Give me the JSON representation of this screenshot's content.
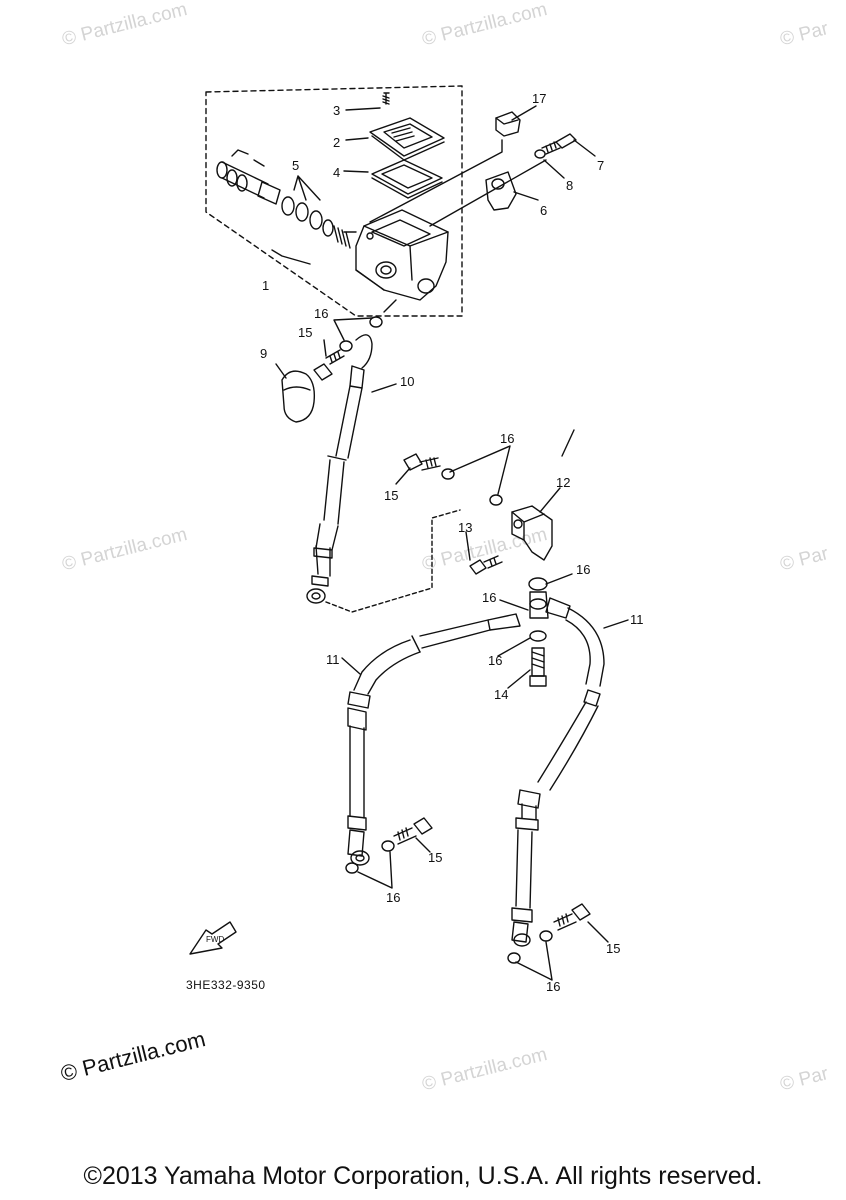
{
  "watermark": "© Partzilla.com",
  "watermark_edge": "© Par",
  "diagram_code": "3HE332-9350",
  "fwd_label": "FWD",
  "copyright": "©2013 Yamaha Motor Corporation, U.S.A. All rights reserved.",
  "callouts": {
    "c1": "1",
    "c2": "2",
    "c3": "3",
    "c4": "4",
    "c5": "5",
    "c6": "6",
    "c7": "7",
    "c8": "8",
    "c9": "9",
    "c10": "10",
    "c11a": "11",
    "c11b": "11",
    "c12": "12",
    "c13": "13",
    "c14": "14",
    "c15a": "15",
    "c15b": "15",
    "c15c": "15",
    "c15d": "15",
    "c16a": "16",
    "c16b": "16",
    "c16c": "16",
    "c16d": "16",
    "c16e": "16",
    "c16f": "16",
    "c16g": "16",
    "c17": "17"
  }
}
